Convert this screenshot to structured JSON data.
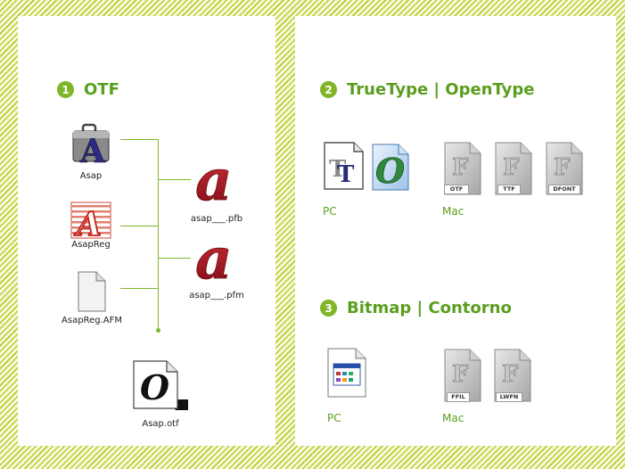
{
  "sections": {
    "otf": {
      "number": "1",
      "title": "OTF"
    },
    "truetype": {
      "number": "2",
      "title": "TrueType | OpenType"
    },
    "bitmap": {
      "number": "3",
      "title": "Bitmap | Contorno"
    }
  },
  "otf_files": {
    "asap": "Asap",
    "asapreg": "AsapReg",
    "afm": "AsapReg.AFM",
    "pfb": "asap___.pfb",
    "pfm": "asap___.pfm",
    "otf": "Asap.otf"
  },
  "truetype": {
    "pc_label": "PC",
    "mac_label": "Mac",
    "mac_types": [
      "OTF",
      "TTF",
      "DFONT"
    ]
  },
  "bitmap": {
    "pc_label": "PC",
    "mac_label": "Mac",
    "mac_types": [
      "FFIL",
      "LWFN"
    ]
  },
  "colors": {
    "accent": "#7fb527",
    "heading": "#5a9e1e",
    "stripe": "#b9cc2a",
    "font_red": "#b01b22"
  }
}
